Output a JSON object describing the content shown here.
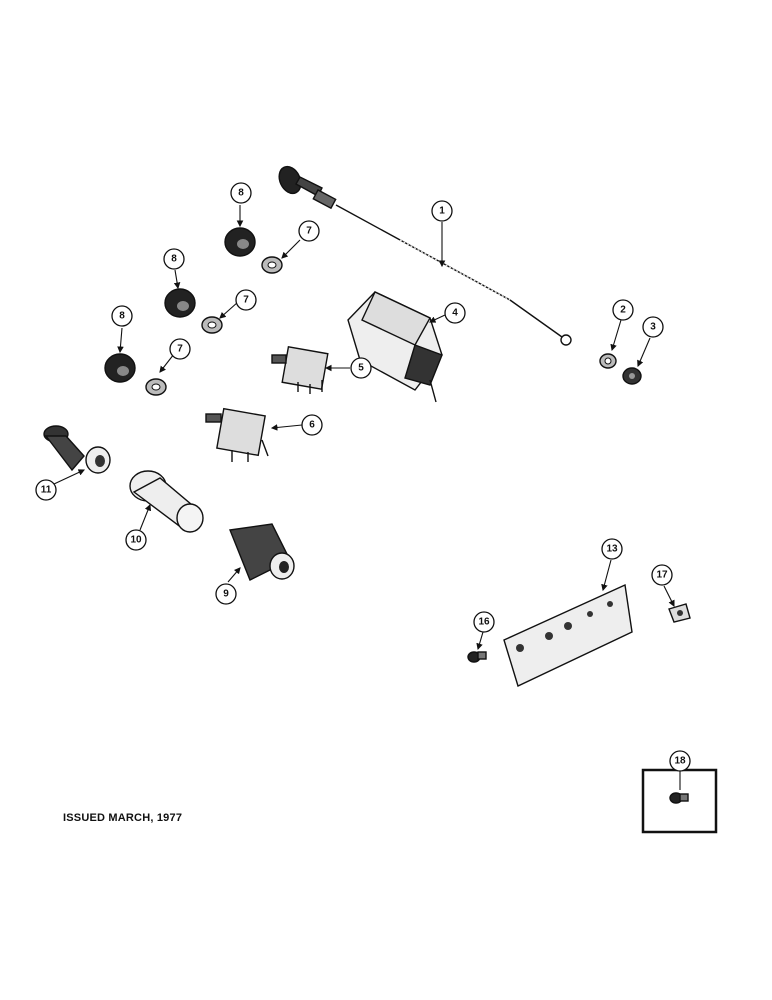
{
  "footer": {
    "issued": "ISSUED MARCH, 1977"
  },
  "callouts": {
    "c1": "1",
    "c2": "2",
    "c3": "3",
    "c4": "4",
    "c5": "5",
    "c6": "6",
    "c7a": "7",
    "c7b": "7",
    "c7c": "7",
    "c8a": "8",
    "c8b": "8",
    "c8c": "8",
    "c9": "9",
    "c10": "10",
    "c11": "11",
    "c13": "13",
    "c16": "16",
    "c17": "17",
    "c18": "18"
  }
}
